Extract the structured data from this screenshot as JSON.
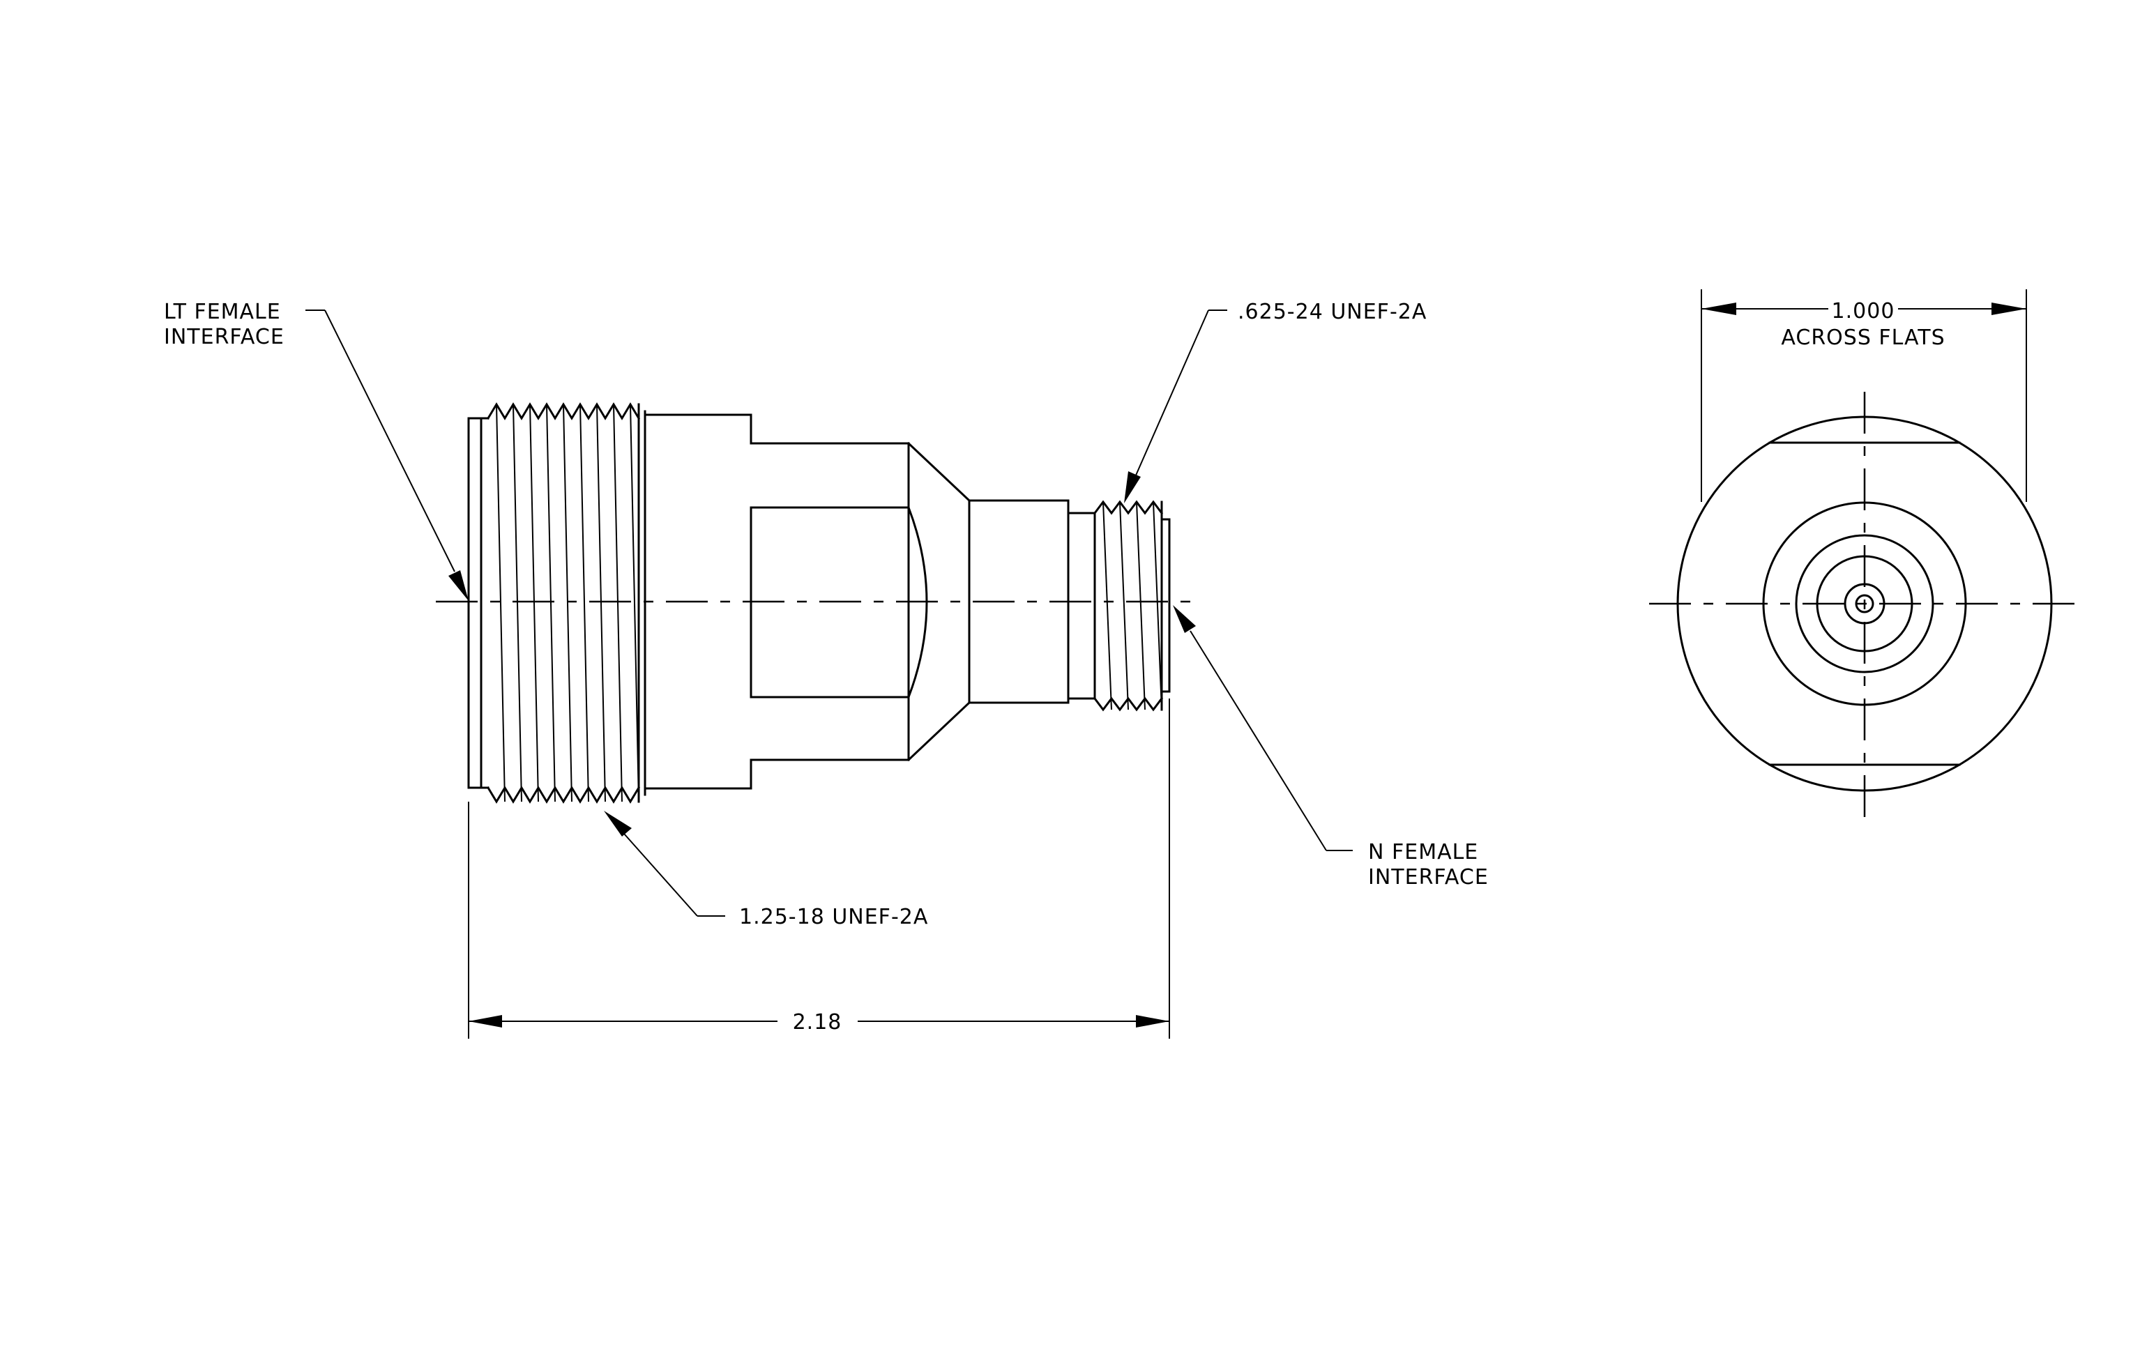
{
  "drawing": {
    "callouts": {
      "lt_female_line1": "LT FEMALE",
      "lt_female_line2": "INTERFACE",
      "thread_small": ".625-24 UNEF-2A",
      "thread_large": "1.25-18 UNEF-2A",
      "n_female_line1": "N FEMALE",
      "n_female_line2": "INTERFACE"
    },
    "dimensions": {
      "overall_length": "2.18",
      "across_flats_value": "1.000",
      "across_flats_label": "ACROSS FLATS"
    }
  }
}
